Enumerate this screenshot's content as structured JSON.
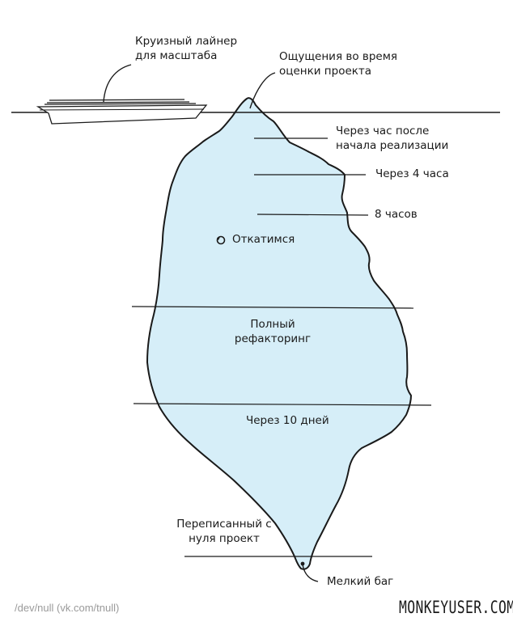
{
  "labels": {
    "cruise_liner": "Круизный лайнер\nдля масштаба",
    "estimate_feeling": "Ощущения во время\nоценки проекта",
    "one_hour_after": "Через час после\nначала реализации",
    "four_hours": "Через 4 часа",
    "eight_hours": "8 часов",
    "rollback": "Откатимся",
    "full_refactoring": "Полный\nрефакторинг",
    "ten_days": "Через 10 дней",
    "rewritten_project": "Переписанный с\nнуля проект",
    "small_bug": "Мелкий баг"
  },
  "footer": {
    "source": "/dev/null (vk.com/tnull)",
    "brand": "MONKEYUSER.COM"
  },
  "colors": {
    "iceberg_fill": "#d6eef8",
    "outline": "#1a1a1a",
    "ship_fill": "#ffffff"
  }
}
